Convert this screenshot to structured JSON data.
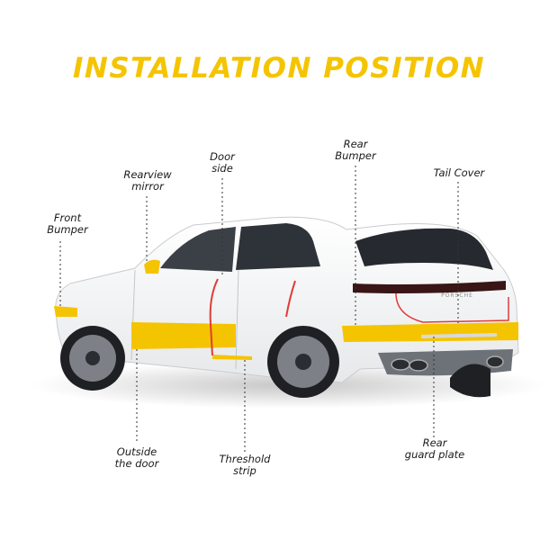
{
  "title": "INSTALLATION POSITION",
  "colors": {
    "accent": "#f5c400",
    "door_edge": "#e23b3b"
  },
  "labels": {
    "front_bumper": [
      "Front",
      "Bumper"
    ],
    "rearview_mirror": [
      "Rearview",
      "mirror"
    ],
    "door_side": [
      "Door",
      "side"
    ],
    "rear_bumper": [
      "Rear",
      "Bumper"
    ],
    "tail_cover": [
      "Tail Cover"
    ],
    "outside_door": [
      "Outside",
      "the door"
    ],
    "threshold_strip": [
      "Threshold",
      "strip"
    ],
    "rear_guard_plate": [
      "Rear",
      "guard plate"
    ]
  },
  "car": {
    "badge_text": "PORSCHE"
  }
}
